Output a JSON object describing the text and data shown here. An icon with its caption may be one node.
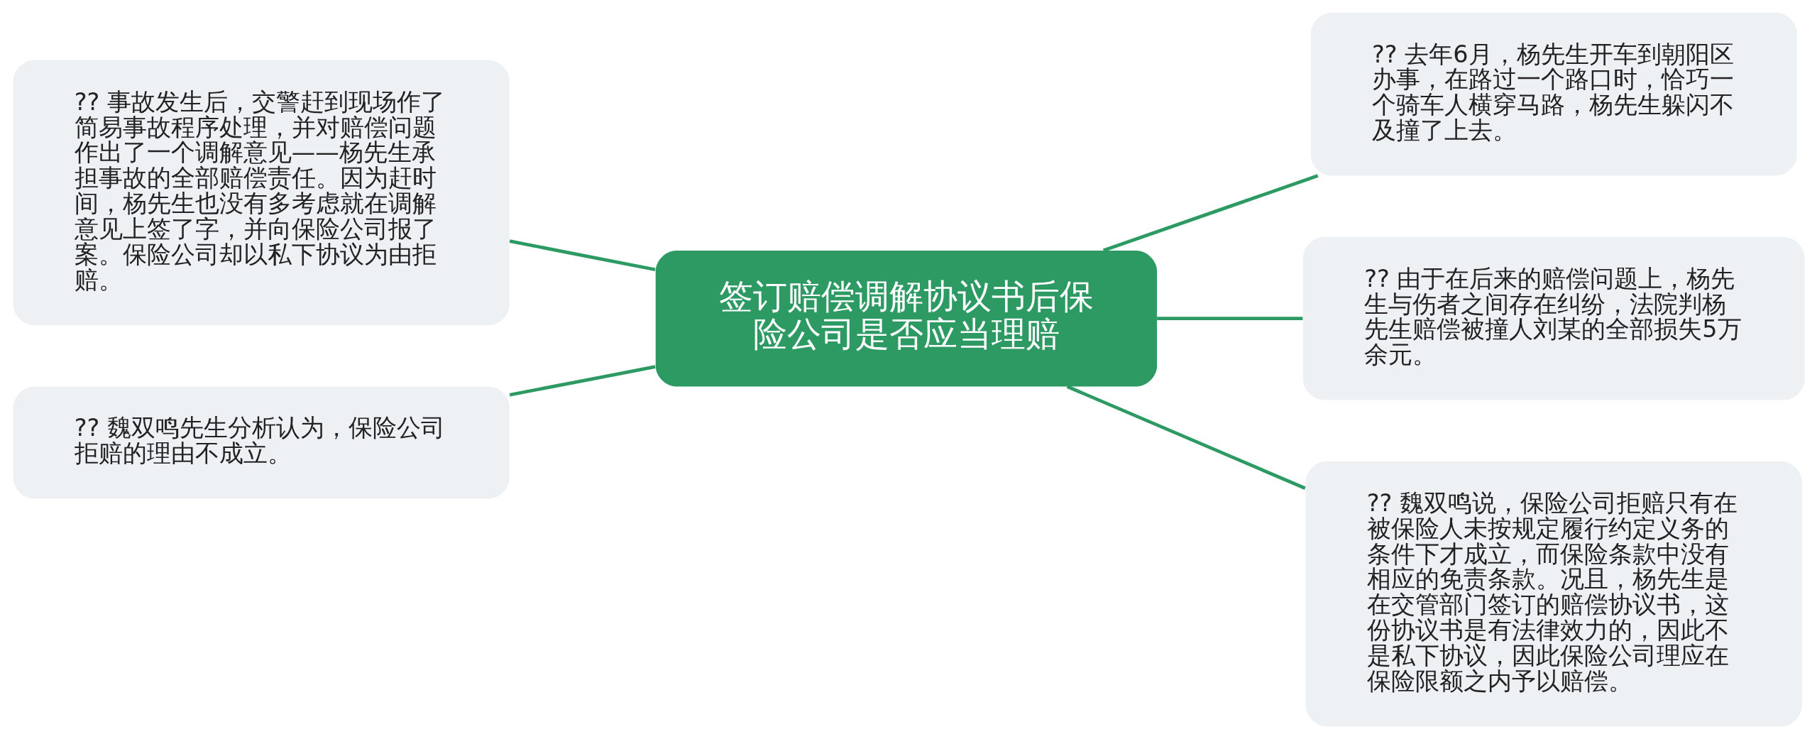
{
  "diagram": {
    "nodes": [
      {
        "text": [
          "签订赔偿调解协议书后保险公司是否应当理赔"
        ]
      },
      {
        "text": [
          "?? 事故发生后，交警赶到现场作了简易事故程序处理，并对赔偿问题作出了一个调解意见——杨先生承担事故的全部赔偿责任。因为赶时间，杨先生也没有多考虑就在调解意见上签了字，并向保险公司报了案。保险公司却以私下协议为由拒赔。"
        ]
      },
      {
        "text": [
          "?? 魏双鸣先生分析认为，保险公司拒赔的理由不成立。"
        ]
      },
      {
        "text": [
          "?? 去年6月，杨先生开车到朝阳区办事，在路过一个路口时，恰巧一个骑车人横穿马路，杨先生躲闪不及撞了上去。"
        ]
      },
      {
        "text": [
          "?? 由于在后来的赔偿问题上，杨先生与伤者之间存在纠纷，法院判杨先生赔偿被撞人刘某的全部损失5万余元。"
        ]
      },
      {
        "text": [
          "?? 魏双鸣说，保险公司拒赔只有在被保险人未按规定履行约定义务的条件下才成立，而保险条款中没有相应的免责条款。况且，杨先生是在交管部门签订的赔偿协议书，这份协议书是有法律效力的，因此不是私下协议，因此保险公司理应在保险限额之内予以赔偿。"
        ]
      }
    ],
    "edges": [
      {
        "from": 0,
        "to": 1,
        "arrow": "none"
      },
      {
        "from": 0,
        "to": 2,
        "arrow": "none"
      },
      {
        "from": 0,
        "to": 3,
        "arrow": "none"
      },
      {
        "from": 0,
        "to": 4,
        "arrow": "none"
      },
      {
        "from": 0,
        "to": 5,
        "arrow": "none"
      }
    ]
  }
}
